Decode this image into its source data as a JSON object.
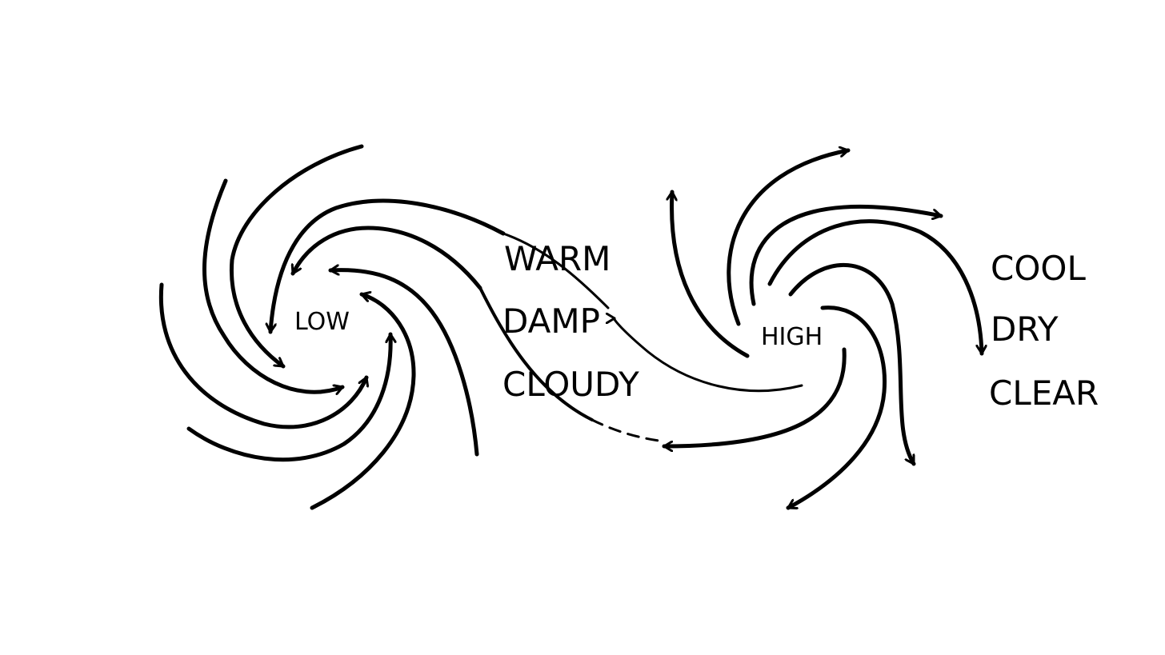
{
  "diagram": {
    "low_label": "LOW",
    "high_label": "HIGH",
    "warm_side": [
      "WARM",
      "DAMP",
      "CLOUDY"
    ],
    "cool_side": [
      "COOL",
      "DRY",
      "CLEAR"
    ],
    "ink_color": "#000000",
    "background_color": "#ffffff",
    "low_flow": "counterclockwise inward (arrows point toward LOW)",
    "high_flow": "clockwise outward (arrows point away from HIGH)"
  }
}
